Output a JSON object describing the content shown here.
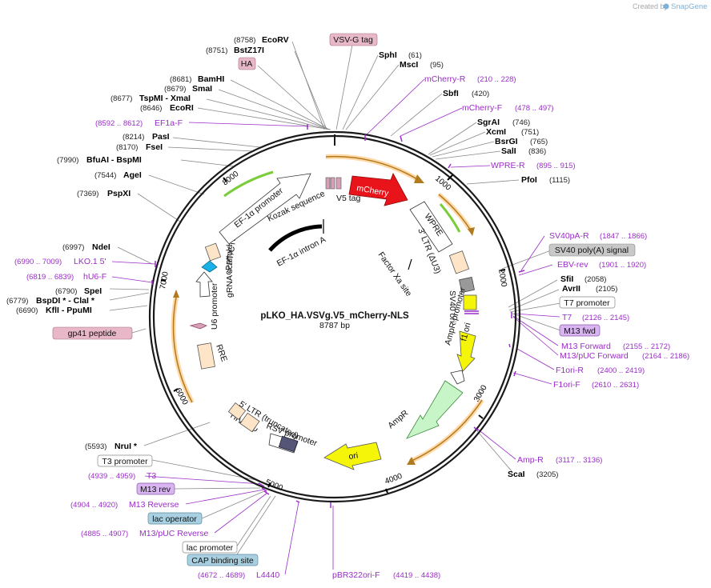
{
  "brand": {
    "created_by": "Created by",
    "app_name": "SnapGene"
  },
  "plasmid": {
    "name": "pLKO_HA.VSVg.V5_mCherry-NLS",
    "size": "8787 bp"
  },
  "colors": {
    "backbone": "#1a1a1a",
    "feature_red": "#e8141a",
    "feature_yellow": "#f5f50a",
    "feature_green": "#7acc3a",
    "feature_pale": "#ffe5c8",
    "primer_purple": "#9b2dc8",
    "tag_pink": "#e8b8c8",
    "lac_blue": "#a8d0e0",
    "grey_box": "#c8c8c8"
  },
  "ticks": [
    "1000",
    "2000",
    "3000",
    "4000",
    "5000",
    "6000",
    "7000",
    "8000"
  ],
  "left_labels": [
    {
      "num": "(8758)",
      "name": "EcoRV"
    },
    {
      "num": "(8751)",
      "name": "BstZ17I"
    },
    {
      "name": "HA",
      "boxed": true
    },
    {
      "num": "(8681)",
      "name": "BamHI"
    },
    {
      "num": "(8679)",
      "name": "SmaI"
    },
    {
      "num": "(8677)",
      "name": "TspMI  -  XmaI"
    },
    {
      "num": "(8646)",
      "name": "EcoRI"
    },
    {
      "num": "(8592 .. 8612)",
      "name": "EF1a-F",
      "primer": true
    },
    {
      "num": "(8214)",
      "name": "PasI"
    },
    {
      "num": "(8170)",
      "name": "FseI"
    },
    {
      "num": "(7990)",
      "name": "BfuAI   -  BspMI"
    },
    {
      "num": "(7544)",
      "name": "AgeI"
    },
    {
      "num": "(7369)",
      "name": "PspXI"
    },
    {
      "num": "(6997)",
      "name": "NdeI"
    },
    {
      "num": "(6990 .. 7009)",
      "name": "LKO.1 5'",
      "primer": true
    },
    {
      "num": "(6819 .. 6839)",
      "name": "hU6-F",
      "primer": true
    },
    {
      "num": "(6790)",
      "name": "SpeI"
    },
    {
      "num": "(6779)",
      "name": "BspDI *  -  ClaI *"
    },
    {
      "num": "(6690)",
      "name": "KflI   -  PpuMI"
    },
    {
      "name": "gp41 peptide",
      "boxed": true
    },
    {
      "num": "(5593)",
      "name": "NruI *"
    },
    {
      "name": "T3 promoter",
      "boxed": true
    },
    {
      "num": "(4939 .. 4959)",
      "name": "T3",
      "primer": true
    },
    {
      "name": "M13 rev",
      "boxed": true
    },
    {
      "num": "(4904 .. 4920)",
      "name": "M13 Reverse",
      "primer": true
    },
    {
      "name": "lac operator",
      "boxed": true
    },
    {
      "num": "(4885 .. 4907)",
      "name": "M13/pUC Reverse",
      "primer": true
    },
    {
      "name": "lac promoter",
      "boxed": true
    },
    {
      "name": "CAP binding site",
      "boxed": true
    },
    {
      "num": "(4672 .. 4689)",
      "name": "L4440",
      "primer": true
    }
  ],
  "right_labels": [
    {
      "name": "VSV-G tag",
      "boxed": true
    },
    {
      "name": "SphI",
      "num": "(61)"
    },
    {
      "name": "MscI",
      "num": "(95)"
    },
    {
      "name": "mCherry-R",
      "num": "(210 .. 228)",
      "primer": true
    },
    {
      "name": "SbfI",
      "num": "(420)"
    },
    {
      "name": "mCherry-F",
      "num": "(478 .. 497)",
      "primer": true
    },
    {
      "name": "SgrAI",
      "num": "(746)"
    },
    {
      "name": "XcmI",
      "num": "(751)"
    },
    {
      "name": "BsrGI",
      "num": "(765)"
    },
    {
      "name": "SalI",
      "num": "(836)"
    },
    {
      "name": "WPRE-R",
      "num": "(895 .. 915)",
      "primer": true
    },
    {
      "name": "PfoI",
      "num": "(1115)"
    },
    {
      "name": "SV40pA-R",
      "num": "(1847 .. 1866)",
      "primer": true
    },
    {
      "name": "SV40 poly(A) signal",
      "boxed": true
    },
    {
      "name": "EBV-rev",
      "num": "(1901 .. 1920)",
      "primer": true
    },
    {
      "name": "SfiI",
      "num": "(2058)"
    },
    {
      "name": "AvrII",
      "num": "(2105)"
    },
    {
      "name": "T7 promoter",
      "boxed": true
    },
    {
      "name": "T7",
      "num": "(2126 .. 2145)",
      "primer": true
    },
    {
      "name": "M13 fwd",
      "boxed": true
    },
    {
      "name": "M13 Forward",
      "num": "(2155 .. 2172)",
      "primer": true
    },
    {
      "name": "M13/pUC Forward",
      "num": "(2164 .. 2186)",
      "primer": true
    },
    {
      "name": "F1ori-R",
      "num": "(2400 .. 2419)",
      "primer": true
    },
    {
      "name": "F1ori-F",
      "num": "(2610 .. 2631)",
      "primer": true
    },
    {
      "name": "Amp-R",
      "num": "(3117 .. 3136)",
      "primer": true
    },
    {
      "name": "ScaI",
      "num": "(3205)"
    },
    {
      "name": "pBR322ori-F",
      "num": "(4419 .. 4438)",
      "primer": true
    }
  ],
  "features": [
    "mCherry",
    "WPRE",
    "3' LTR (ΔU3)",
    "SV40 ori",
    "f1 ori",
    "AmpR promoter",
    "AmpR",
    "ori",
    "RSV promoter",
    "5' LTR (truncated)",
    "HIV-1 Ψ",
    "RRE",
    "U6 promoter",
    "gRNA scaffold",
    "cPPT/CTS",
    "EF-1α promoter",
    "Kozak sequence",
    "V5 tag",
    "EF-1α intron A",
    "Factor Xa site"
  ]
}
